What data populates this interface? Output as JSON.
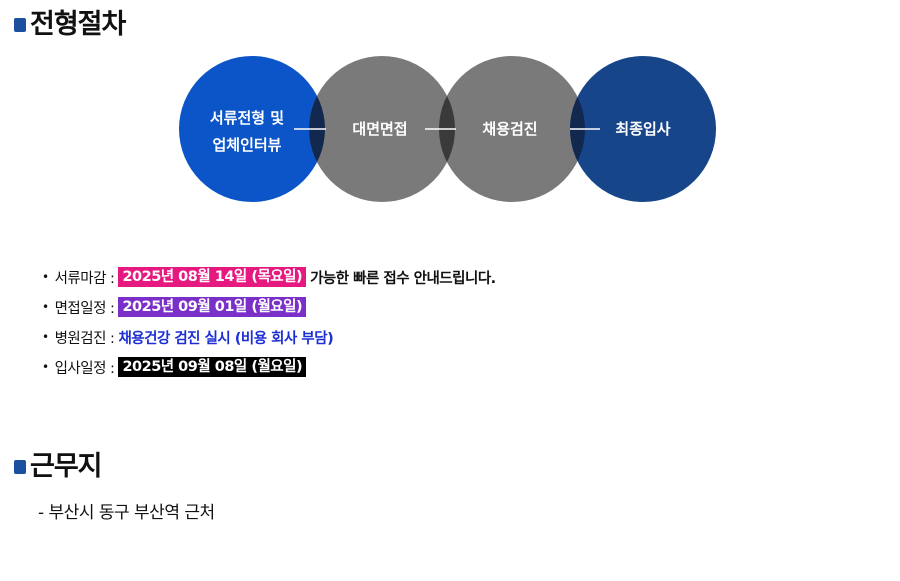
{
  "sections": {
    "process_title": "전형절차",
    "location_title": "근무지"
  },
  "process": {
    "steps": [
      {
        "line1": "서류전형 및",
        "line2": "업체인터뷰"
      },
      {
        "line1": "대면면접"
      },
      {
        "line1": "채용검진"
      },
      {
        "line1": "최종입사"
      }
    ],
    "colors": [
      "#0b55c8",
      "#7a7a7a",
      "#7a7a7a",
      "#17458a"
    ],
    "overlap_color": "#12284f"
  },
  "schedule": [
    {
      "label": "서류마감 :",
      "highlight": "2025년 08월 14일 (목요일)",
      "highlight_color": "#e5197f",
      "note": "가능한 빠른 접수 안내드립니다."
    },
    {
      "label": "면접일정 :",
      "highlight": "2025년 09월 01일 (월요일)",
      "highlight_color": "#7b2fc9"
    },
    {
      "label": "병원검진 :",
      "text": "채용건강 검진 실시 (비용 회사 부담)",
      "text_color": "#1c2fd4"
    },
    {
      "label": "입사일정 :",
      "highlight": "2025년 09월 08일 (월요일)",
      "highlight_color": "#000000"
    }
  ],
  "location": {
    "text": "- 부산시 동구 부산역 근처"
  }
}
